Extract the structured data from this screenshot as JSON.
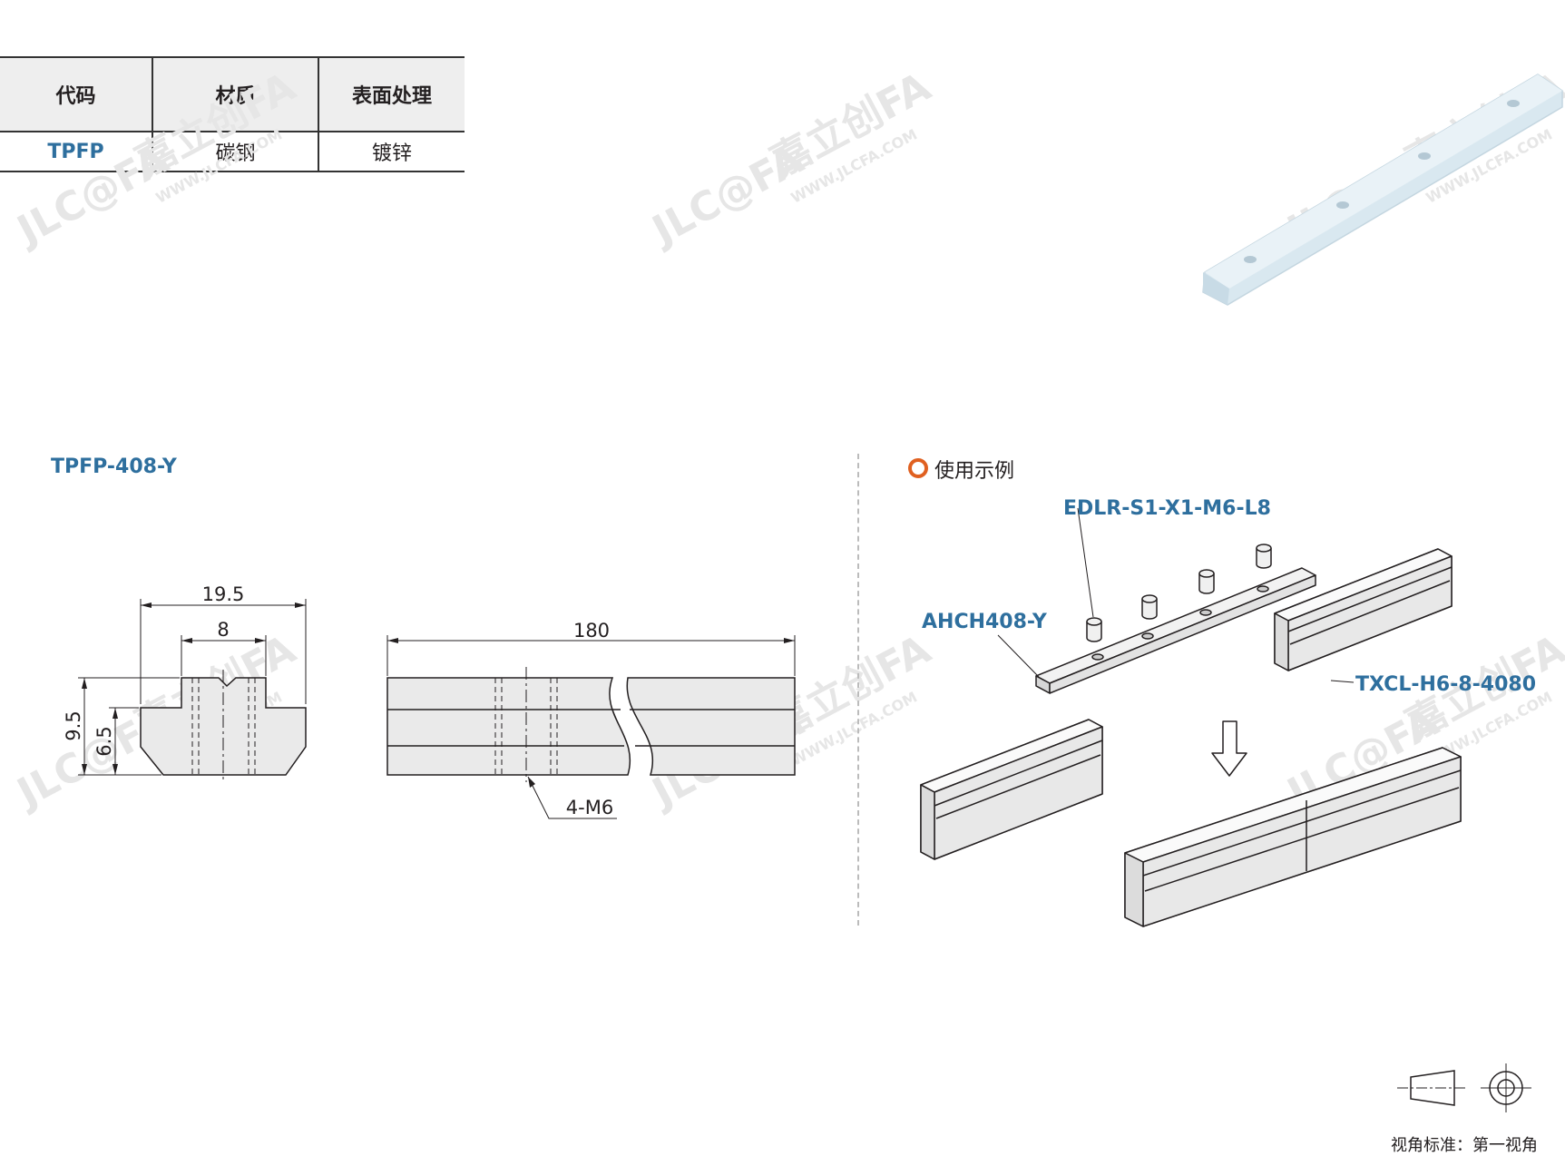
{
  "table": {
    "headers": [
      "代码",
      "材质",
      "表面处理"
    ],
    "row": {
      "code": "TPFP",
      "material": "碳钢",
      "surface": "镀锌"
    }
  },
  "drawing": {
    "title": "TPFP-408-Y",
    "dims": {
      "width": "19.5",
      "slot": "8",
      "height": "9.5",
      "inner_height": "6.5",
      "length": "180",
      "holes": "4-M6"
    }
  },
  "usage": {
    "title": "使用示例",
    "labels": {
      "screw": "EDLR-S1-X1-M6-L8",
      "plate": "AHCH408-Y",
      "profile": "TXCL-H6-8-4080"
    }
  },
  "projection": {
    "label": "视角标准：第一视角"
  },
  "watermark": {
    "brand": "JLC@FA",
    "cn": "嘉立创FA",
    "url": "WWW.JLCFA.COM"
  },
  "colors": {
    "accent": "#2e6f9e",
    "usage_dot": "#e06020",
    "part": "#eaeaea",
    "line": "#231f20"
  }
}
